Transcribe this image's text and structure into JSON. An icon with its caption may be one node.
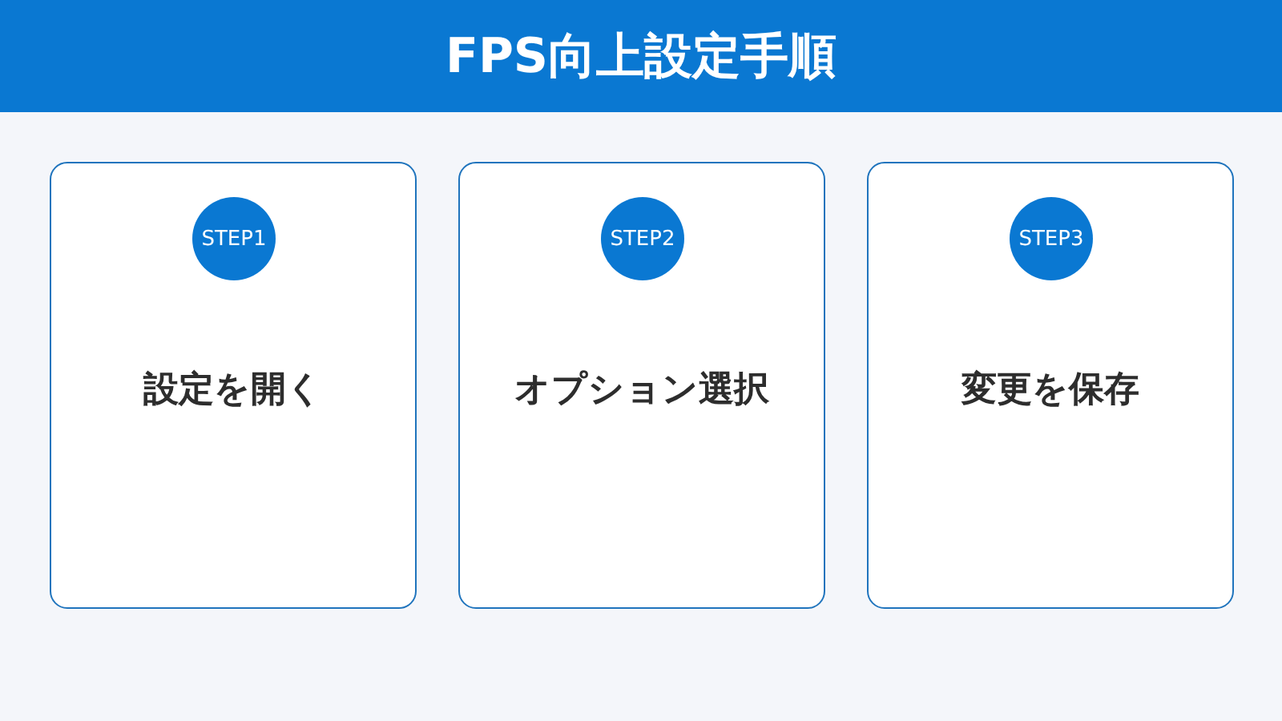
{
  "diagram": {
    "title": "FPS向上設定手順",
    "nodes": [
      {
        "text": [
          "設定を開く"
        ]
      },
      {
        "text": [
          "STEP1"
        ],
        "in": 0
      },
      {
        "text": [
          "オプション選択"
        ]
      },
      {
        "text": [
          "STEP2"
        ],
        "in": 2
      },
      {
        "text": [
          "変更を保存"
        ]
      },
      {
        "text": [
          "STEP3"
        ],
        "in": 4
      }
    ]
  }
}
